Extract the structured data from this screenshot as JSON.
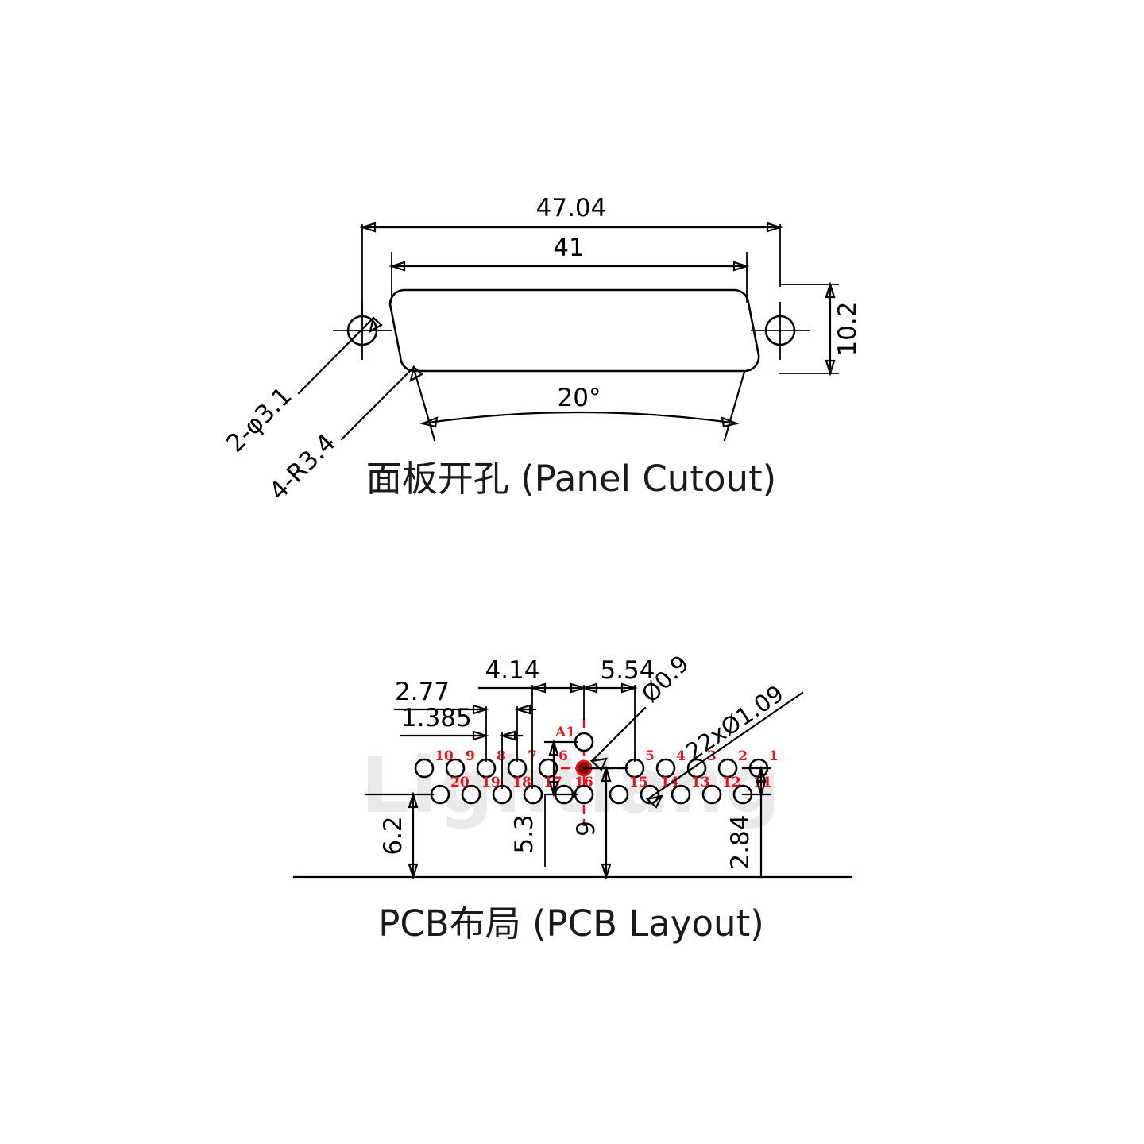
{
  "drawing": {
    "background_color": "#ffffff",
    "line_color": "#000000",
    "pin_number_color": "#e8131a",
    "centerline_color": "#e8131a",
    "watermark_text": "Lightlang"
  },
  "panel_cutout": {
    "caption": "面板开孔 (Panel Cutout)",
    "dimensions": {
      "overall_width": "47.04",
      "cutout_width": "41",
      "cutout_height": "10.2",
      "hole_callout": "2-φ3.1",
      "radius_callout": "4-R3.4",
      "angle_callout": "20°"
    }
  },
  "pcb_layout": {
    "caption": "PCB布局 (PCB Layout)",
    "dimensions": {
      "pitch_full": "2.77",
      "pitch_half": "1.385",
      "center_to_left_col": "4.14",
      "center_to_right_col": "5.54",
      "row_bottom_to_edge": "6.2",
      "a1_to_lower": "5.3",
      "center_to_edge": "9",
      "lower_row_to_edge": "2.84",
      "coax_hole_dia": "Ø0.9",
      "signal_hole_callout": "22xØ1.09"
    },
    "pins": {
      "top_row": [
        "10",
        "9",
        "8",
        "7",
        "6",
        "5",
        "4",
        "3",
        "2",
        "1"
      ],
      "bottom_row": [
        "20",
        "19",
        "18",
        "17",
        "16",
        "15",
        "14",
        "13",
        "12",
        "11"
      ],
      "coax_upper_label": "A1",
      "coax_center_label": ""
    }
  }
}
